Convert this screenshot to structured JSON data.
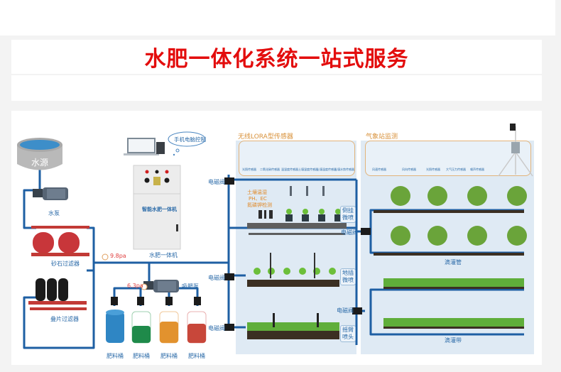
{
  "title": "水肥一体化系统一站式服务",
  "water_source": {
    "label": "水源"
  },
  "water_pump": {
    "label": "水泵"
  },
  "sand_filter": {
    "label": "砂石过滤器"
  },
  "disc_filter": {
    "label": "叠片过滤器"
  },
  "controller": {
    "label": "水肥一体机",
    "brand_text": "智能水肥一体机",
    "cloud_label": "手机电脑控制"
  },
  "pressure_main": "9.8pa",
  "pressure_fert": "6.3pa",
  "fert_pump": {
    "label": "吸肥泵"
  },
  "tanks": [
    {
      "label": "肥料桶",
      "color": "#2f86c4"
    },
    {
      "label": "肥料桶",
      "color": "#1f8a4a"
    },
    {
      "label": "肥料桶",
      "color": "#e2922e"
    },
    {
      "label": "肥料桶",
      "color": "#c8473a"
    }
  ],
  "valves": [
    {
      "label": "电磁阀"
    },
    {
      "label": "电磁阀"
    },
    {
      "label": "电磁阀"
    },
    {
      "label": "电磁阀"
    },
    {
      "label": "电磁阀"
    }
  ],
  "lora_section": {
    "title": "无线LORA型传感器",
    "sensors": [
      "光照传感器",
      "二氧化碳传感器",
      "温湿度传感器",
      "土壤湿度传感器",
      "土壤温度传感器",
      "土壤水势传感器"
    ]
  },
  "weather_section": {
    "title": "气象站监测",
    "sensors": [
      "风速传感器",
      "风向传感器",
      "光照传感器",
      "大气压力传感器",
      "噪声传感器"
    ]
  },
  "soil_test": {
    "line1": "土壤温湿",
    "line2": "PH、EC",
    "line3": "氮磷钾检测"
  },
  "zones": [
    {
      "tag_line1": "倒挂",
      "tag_line2": "微喷"
    },
    {
      "tag_line1": "地插",
      "tag_line2": "微喷"
    },
    {
      "tag_line1": "摇臂",
      "tag_line2": "喷头"
    }
  ],
  "drip_pipe": {
    "label": "滴灌管"
  },
  "drip_tape": {
    "label": "滴灌带"
  },
  "colors": {
    "title_red": "#e30d0d",
    "pipe_blue": "#1e5fa3",
    "panel_blue": "#dfeaf4"
  }
}
